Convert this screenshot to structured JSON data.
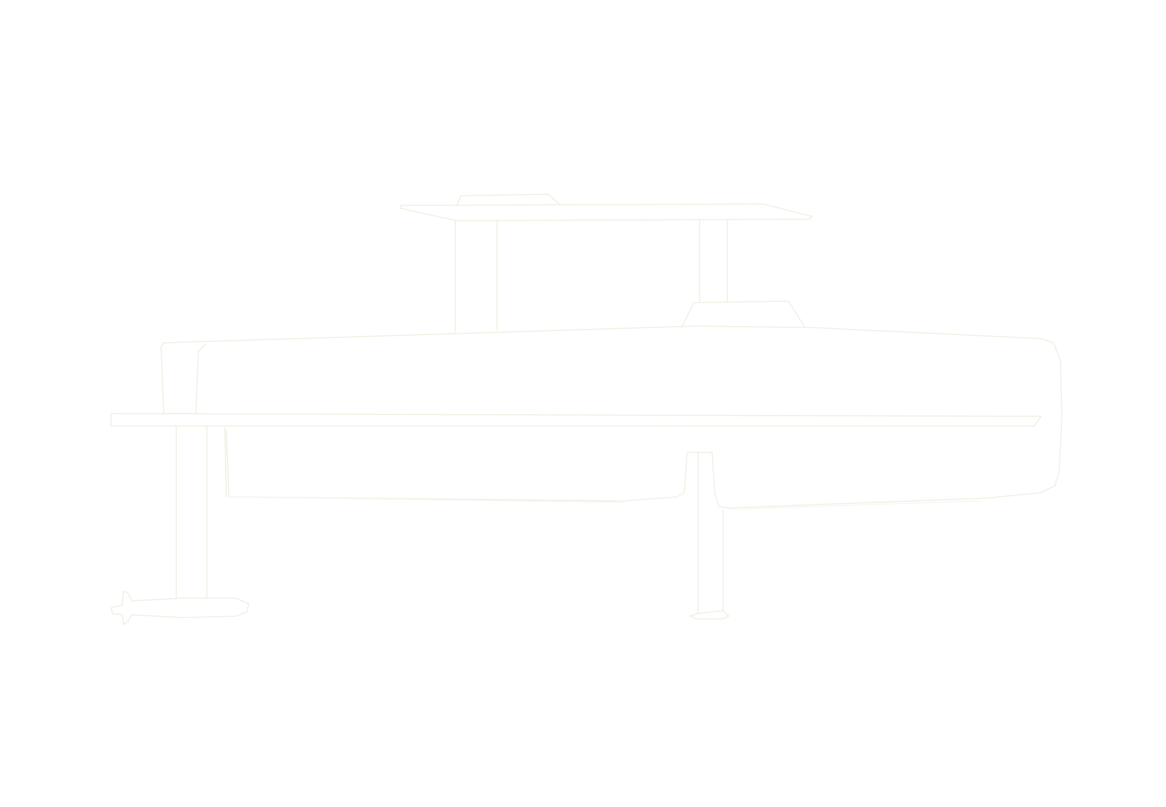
{
  "drawing": {
    "description_visible_text": [],
    "colors": {
      "background": "#ffffff",
      "stroke": "#f1efe4",
      "stroke_faint": "#f6f4ec"
    },
    "parts": [
      "upper-deck",
      "upper-deck-cap",
      "upper-left-post",
      "upper-right-post",
      "upper-right-post-collar",
      "main-hull",
      "hull-front-block",
      "horizontal-boom",
      "left-lower-strut",
      "left-torpedo-pod",
      "lower-hull-skirt",
      "right-lower-strut",
      "right-strut-foot"
    ]
  }
}
